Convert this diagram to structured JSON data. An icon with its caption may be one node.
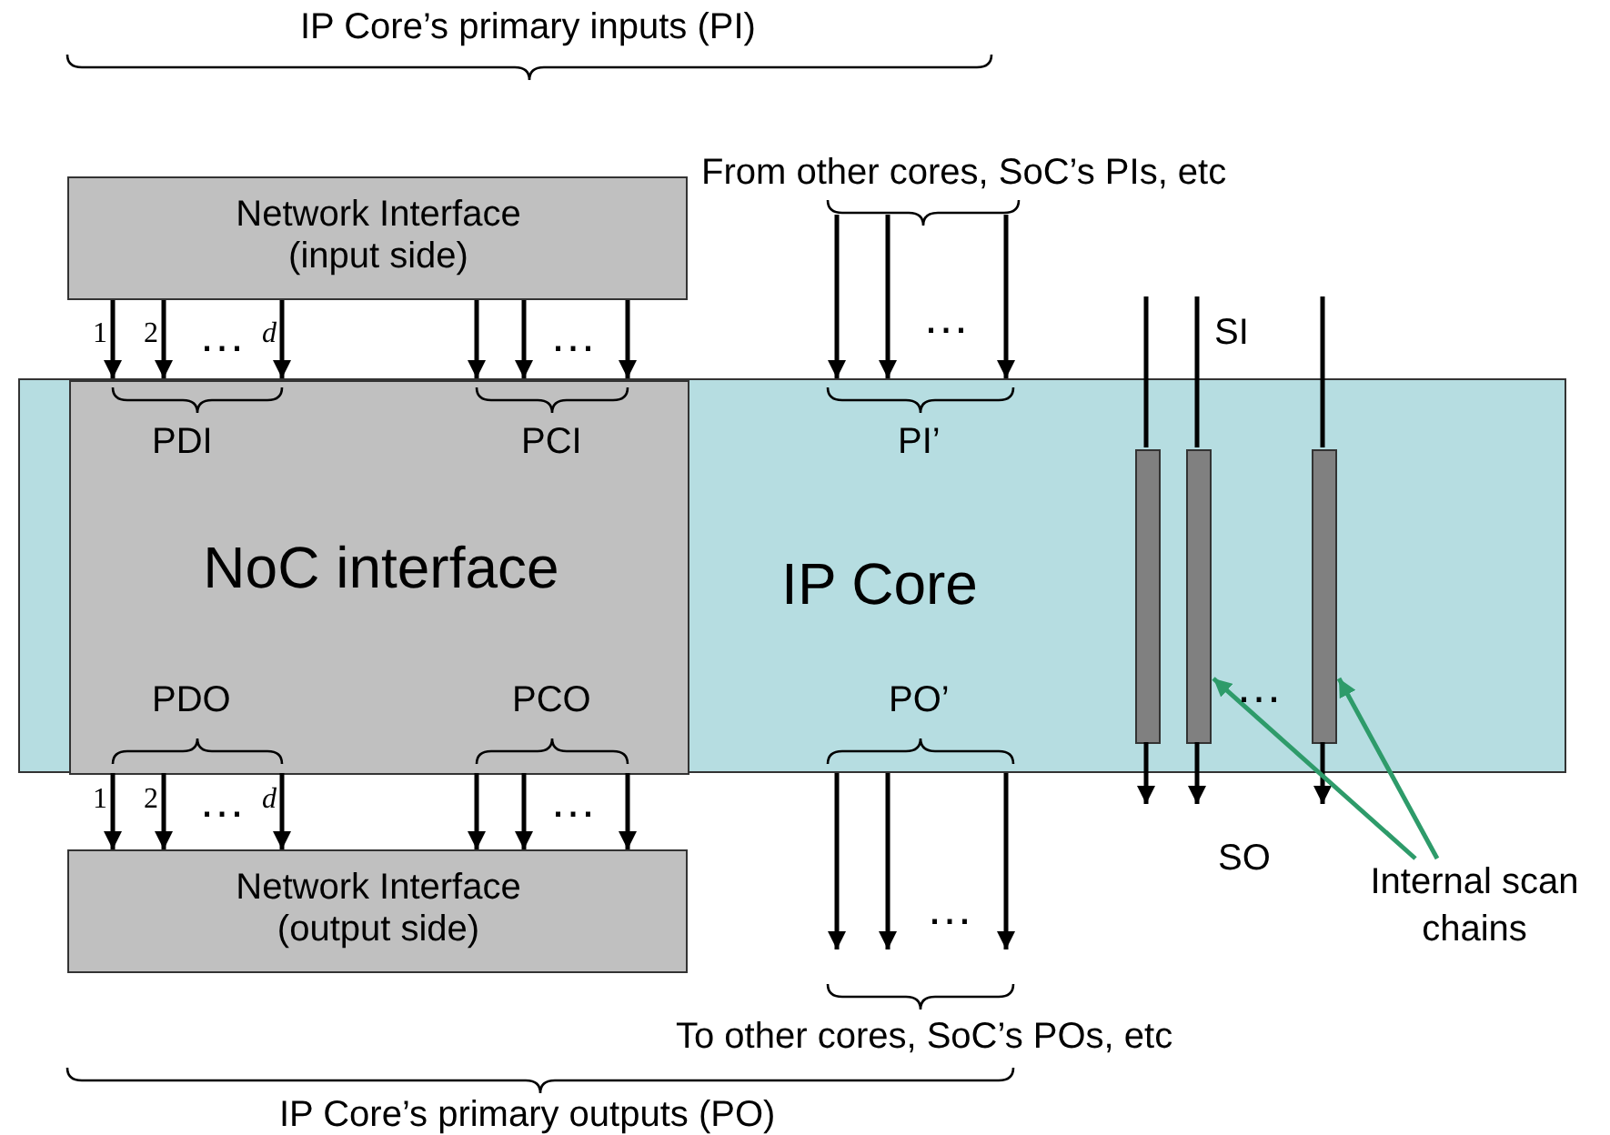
{
  "diagram": {
    "nodes": [
      {
        "text": [
          "IP Core"
        ]
      },
      {
        "text": [
          "NoC interface"
        ],
        "in": 0
      },
      {
        "text": [
          "Network Interface (input side)"
        ]
      },
      {
        "text": [
          "Network Interface (output side)"
        ]
      },
      {
        "text": [],
        "shape": "bar",
        "in": 0
      },
      {
        "text": [],
        "shape": "bar",
        "in": 0
      },
      {
        "text": [],
        "shape": "bar",
        "in": 0
      },
      {
        "text": [
          "Internal scan chains"
        ]
      }
    ],
    "edges": [
      {
        "from": 2,
        "to": 1,
        "arrow": "to"
      },
      {
        "from": 2,
        "to": 1,
        "arrow": "to"
      },
      {
        "from": 2,
        "to": 1,
        "arrow": "to"
      },
      {
        "from": 2,
        "to": 1,
        "arrow": "to"
      },
      {
        "from": 2,
        "to": 1,
        "arrow": "to"
      },
      {
        "from": 2,
        "to": 1,
        "arrow": "to"
      },
      {
        "from": null,
        "to": 0,
        "arrow": "to"
      },
      {
        "from": null,
        "to": 0,
        "arrow": "to"
      },
      {
        "from": null,
        "to": 0,
        "arrow": "to"
      },
      {
        "from": 1,
        "to": 3,
        "arrow": "to"
      },
      {
        "from": 1,
        "to": 3,
        "arrow": "to"
      },
      {
        "from": 1,
        "to": 3,
        "arrow": "to"
      },
      {
        "from": 1,
        "to": 3,
        "arrow": "to"
      },
      {
        "from": 1,
        "to": 3,
        "arrow": "to"
      },
      {
        "from": 1,
        "to": 3,
        "arrow": "to"
      },
      {
        "from": 0,
        "to": null,
        "arrow": "to"
      },
      {
        "from": 0,
        "to": null,
        "arrow": "to"
      },
      {
        "from": 0,
        "to": null,
        "arrow": "to"
      },
      {
        "from": null,
        "to": 4,
        "arrow": "none"
      },
      {
        "from": 4,
        "to": null,
        "arrow": "to"
      },
      {
        "from": null,
        "to": 5,
        "arrow": "none"
      },
      {
        "from": 5,
        "to": null,
        "arrow": "to"
      },
      {
        "from": null,
        "to": 6,
        "arrow": "none"
      },
      {
        "from": 6,
        "to": null,
        "arrow": "to"
      },
      {
        "from": 7,
        "to": 5,
        "arrow": "to",
        "color": "#2e9b6a"
      },
      {
        "from": 7,
        "to": 6,
        "arrow": "to",
        "color": "#2e9b6a"
      }
    ],
    "labels": [
      "IP Core’s primary inputs (PI)",
      "From other cores, SoC’s PIs, etc",
      "1",
      "2",
      "…",
      "d",
      "…",
      "…",
      "SI",
      "PDI",
      "PCI",
      "PI’",
      "PDO",
      "PCO",
      "PO’",
      "…",
      "1",
      "2",
      "…",
      "d",
      "…",
      "SO",
      "…",
      "To other cores, SoC’s POs, etc",
      "IP Core’s primary outputs (PO)"
    ]
  }
}
